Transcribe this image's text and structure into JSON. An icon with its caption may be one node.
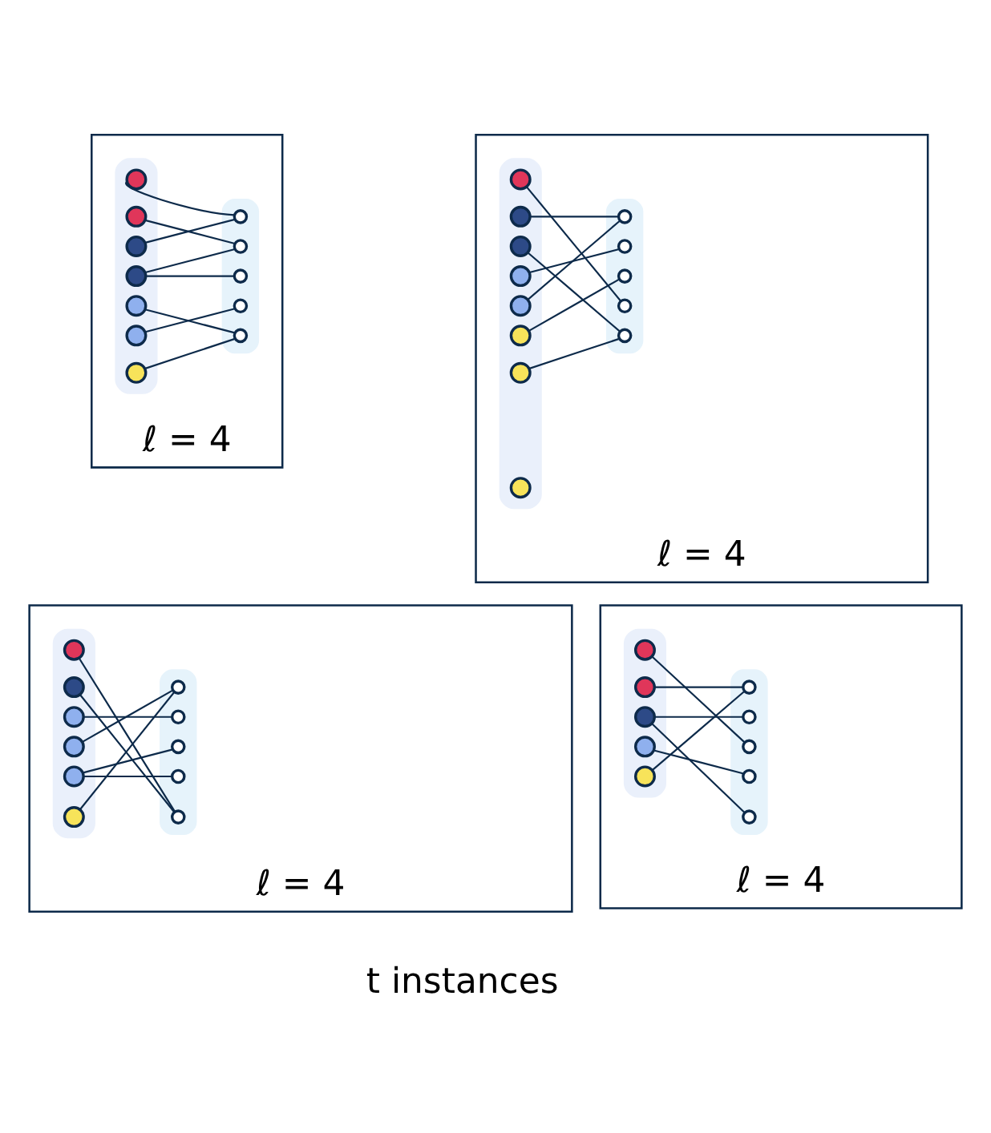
{
  "diagram": {
    "nodes": [
      {
        "text": [
          "ℓ = 4"
        ]
      },
      {
        "text": [],
        "shape": "box",
        "in": 0
      },
      {
        "text": [],
        "shape": "circle",
        "in": 1
      },
      {
        "text": [],
        "shape": "circle",
        "in": 1
      },
      {
        "text": [],
        "shape": "circle",
        "in": 1
      },
      {
        "text": [],
        "shape": "circle",
        "in": 1
      },
      {
        "text": [],
        "shape": "circle",
        "in": 1
      },
      {
        "text": [],
        "shape": "circle",
        "in": 1
      },
      {
        "text": [],
        "shape": "circle",
        "in": 1
      },
      {
        "text": [],
        "shape": "ellipse",
        "in": 0
      },
      {
        "text": [],
        "shape": "circle",
        "in": 9
      },
      {
        "text": [],
        "shape": "circle",
        "in": 9
      },
      {
        "text": [],
        "shape": "circle",
        "in": 9
      },
      {
        "text": [],
        "shape": "circle",
        "in": 9
      },
      {
        "text": [],
        "shape": "circle",
        "in": 9
      },
      {
        "text": [
          "ℓ = 4"
        ]
      },
      {
        "text": [],
        "shape": "box",
        "in": 15
      },
      {
        "text": [],
        "shape": "circle",
        "in": 16
      },
      {
        "text": [],
        "shape": "circle",
        "in": 16
      },
      {
        "text": [],
        "shape": "circle",
        "in": 16
      },
      {
        "text": [],
        "shape": "circle",
        "in": 16
      },
      {
        "text": [],
        "shape": "circle",
        "in": 16
      },
      {
        "text": [],
        "shape": "circle",
        "in": 16
      },
      {
        "text": [],
        "shape": "circle",
        "in": 16
      },
      {
        "text": [],
        "shape": "circle",
        "in": 16
      },
      {
        "text": [],
        "shape": "ellipse",
        "in": 15
      },
      {
        "text": [],
        "shape": "circle",
        "in": 25
      },
      {
        "text": [],
        "shape": "circle",
        "in": 25
      },
      {
        "text": [],
        "shape": "circle",
        "in": 25
      },
      {
        "text": [],
        "shape": "circle",
        "in": 25
      },
      {
        "text": [],
        "shape": "circle",
        "in": 25
      },
      {
        "text": [
          "ℓ = 4"
        ]
      },
      {
        "text": [],
        "shape": "box",
        "in": 31
      },
      {
        "text": [],
        "shape": "circle",
        "in": 32
      },
      {
        "text": [],
        "shape": "circle",
        "in": 32
      },
      {
        "text": [],
        "shape": "circle",
        "in": 32
      },
      {
        "text": [],
        "shape": "circle",
        "in": 32
      },
      {
        "text": [],
        "shape": "circle",
        "in": 32
      },
      {
        "text": [],
        "shape": "circle",
        "in": 32
      },
      {
        "text": [],
        "shape": "ellipse",
        "in": 31
      },
      {
        "text": [],
        "shape": "circle",
        "in": 39
      },
      {
        "text": [],
        "shape": "circle",
        "in": 39
      },
      {
        "text": [],
        "shape": "circle",
        "in": 39
      },
      {
        "text": [],
        "shape": "circle",
        "in": 39
      },
      {
        "text": [],
        "shape": "circle",
        "in": 39
      },
      {
        "text": [
          "ℓ = 4"
        ]
      },
      {
        "text": [],
        "shape": "box",
        "in": 45
      },
      {
        "text": [],
        "shape": "circle",
        "in": 46
      },
      {
        "text": [],
        "shape": "circle",
        "in": 46
      },
      {
        "text": [],
        "shape": "circle",
        "in": 46
      },
      {
        "text": [],
        "shape": "circle",
        "in": 46
      },
      {
        "text": [],
        "shape": "circle",
        "in": 46
      },
      {
        "text": [],
        "shape": "ellipse",
        "in": 45
      },
      {
        "text": [],
        "shape": "circle",
        "in": 52
      },
      {
        "text": [],
        "shape": "circle",
        "in": 52
      },
      {
        "text": [],
        "shape": "circle",
        "in": 52
      },
      {
        "text": [],
        "shape": "circle",
        "in": 52
      },
      {
        "text": [],
        "shape": "circle",
        "in": 52
      }
    ],
    "edges": [
      {
        "from": 2,
        "to": 10,
        "arrow": "none"
      },
      {
        "from": 3,
        "to": 11,
        "arrow": "none"
      },
      {
        "from": 4,
        "to": 10,
        "arrow": "none"
      },
      {
        "from": 5,
        "to": 11,
        "arrow": "none"
      },
      {
        "from": 5,
        "to": 12,
        "arrow": "none"
      },
      {
        "from": 6,
        "to": 14,
        "arrow": "none"
      },
      {
        "from": 7,
        "to": 13,
        "arrow": "none"
      },
      {
        "from": 8,
        "to": 14,
        "arrow": "none"
      },
      {
        "from": 17,
        "to": 29,
        "arrow": "none"
      },
      {
        "from": 18,
        "to": 26,
        "arrow": "none"
      },
      {
        "from": 19,
        "to": 30,
        "arrow": "none"
      },
      {
        "from": 20,
        "to": 27,
        "arrow": "none"
      },
      {
        "from": 21,
        "to": 26,
        "arrow": "none"
      },
      {
        "from": 22,
        "to": 28,
        "arrow": "none"
      },
      {
        "from": 23,
        "to": 30,
        "arrow": "none"
      },
      {
        "from": 33,
        "to": 44,
        "arrow": "none"
      },
      {
        "from": 34,
        "to": 44,
        "arrow": "none"
      },
      {
        "from": 35,
        "to": 41,
        "arrow": "none"
      },
      {
        "from": 36,
        "to": 40,
        "arrow": "none"
      },
      {
        "from": 37,
        "to": 42,
        "arrow": "none"
      },
      {
        "from": 37,
        "to": 43,
        "arrow": "none"
      },
      {
        "from": 38,
        "to": 40,
        "arrow": "none"
      },
      {
        "from": 47,
        "to": 55,
        "arrow": "none"
      },
      {
        "from": 48,
        "to": 53,
        "arrow": "none"
      },
      {
        "from": 49,
        "to": 54,
        "arrow": "none"
      },
      {
        "from": 49,
        "to": 57,
        "arrow": "none"
      },
      {
        "from": 50,
        "to": 56,
        "arrow": "none"
      },
      {
        "from": 51,
        "to": 53,
        "arrow": "none"
      }
    ],
    "labels": [
      "t instances"
    ]
  }
}
